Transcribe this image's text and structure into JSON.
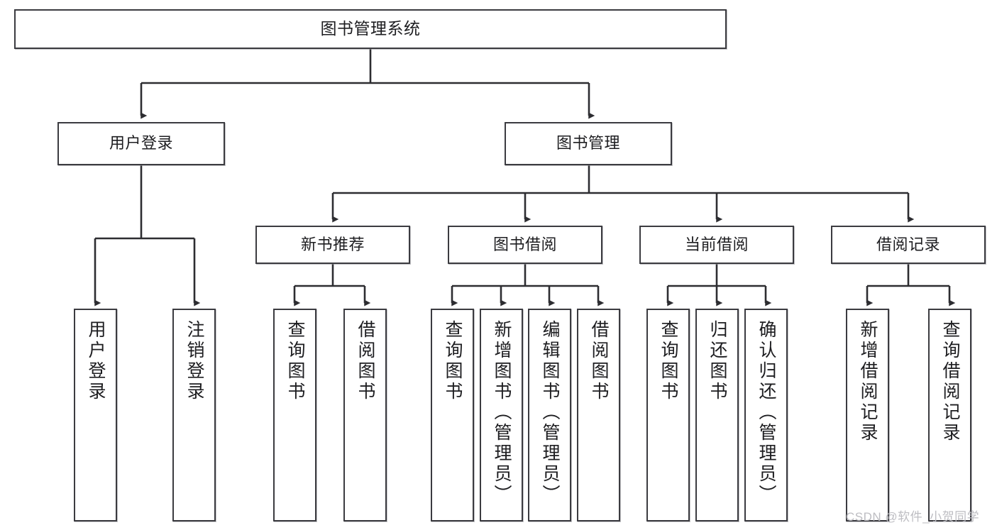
{
  "diagram": {
    "type": "tree-flowchart",
    "title": "图书管理系统",
    "background_color": "#ffffff",
    "border_color": "#3b3b40",
    "text_color": "#1d1d20",
    "nodes": {
      "root": {
        "label": "图书管理系统"
      },
      "level2": [
        {
          "id": "user-login",
          "label": "用户登录"
        },
        {
          "id": "book-management",
          "label": "图书管理"
        }
      ],
      "level3": [
        {
          "id": "new-book-recommend",
          "label": "新书推荐"
        },
        {
          "id": "book-borrow",
          "label": "图书借阅"
        },
        {
          "id": "current-borrow",
          "label": "当前借阅"
        },
        {
          "id": "borrow-record",
          "label": "借阅记录"
        }
      ],
      "leaves": [
        {
          "id": "leaf-user-login",
          "label": "用户登录",
          "parent": "user-login"
        },
        {
          "id": "leaf-logout-login",
          "label": "注销登录",
          "parent": "user-login"
        },
        {
          "id": "leaf-query-book-1",
          "label": "查询图书",
          "parent": "new-book-recommend"
        },
        {
          "id": "leaf-borrow-book-1",
          "label": "借阅图书",
          "parent": "new-book-recommend"
        },
        {
          "id": "leaf-query-book-2",
          "label": "查询图书",
          "parent": "book-borrow"
        },
        {
          "id": "leaf-add-book",
          "label": "新增图书（管理员）",
          "parent": "book-borrow"
        },
        {
          "id": "leaf-edit-book",
          "label": "编辑图书（管理员）",
          "parent": "book-borrow"
        },
        {
          "id": "leaf-borrow-book-2",
          "label": "借阅图书",
          "parent": "book-borrow"
        },
        {
          "id": "leaf-query-book-3",
          "label": "查询图书",
          "parent": "current-borrow"
        },
        {
          "id": "leaf-return-book",
          "label": "归还图书",
          "parent": "current-borrow"
        },
        {
          "id": "leaf-confirm-return",
          "label": "确认归还（管理员）",
          "parent": "current-borrow"
        },
        {
          "id": "leaf-add-record",
          "label": "新增借阅记录",
          "parent": "borrow-record"
        },
        {
          "id": "leaf-query-record",
          "label": "查询借阅记录",
          "parent": "borrow-record"
        }
      ]
    }
  },
  "watermark": {
    "text": "CSDN @软件_小贺同学"
  }
}
